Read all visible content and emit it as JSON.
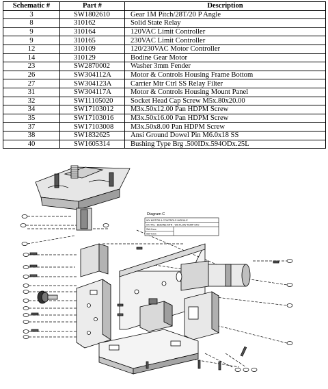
{
  "table": {
    "headers": [
      "Schematic #",
      "Part #",
      "Description"
    ],
    "rows": [
      [
        "3",
        "SW1802610",
        "Gear 1M Pitch/28T/20 P Angle"
      ],
      [
        "8",
        "310162",
        "Solid State Relay"
      ],
      [
        "9",
        "310164",
        "120VAC Limit Controller"
      ],
      [
        "9",
        "310165",
        "230VAC Limit Controller"
      ],
      [
        "12",
        "310109",
        "120/230VAC Motor Controller"
      ],
      [
        "14",
        "310129",
        "Bodine Gear Motor"
      ],
      [
        "23",
        "SW2870002",
        "Washer 3mm Fender"
      ],
      [
        "26",
        "SW304112A",
        "Motor & Controls Housing Frame Bottom"
      ],
      [
        "27",
        "SW304123A",
        "Carrier Mtr Ctrl SS Relay Filter"
      ],
      [
        "31",
        "SW304117A",
        "Motor & Controls Housing Mount Panel"
      ],
      [
        "32",
        "SW11105020",
        "Socket Head Cap Screw M5x.80x20.00"
      ],
      [
        "34",
        "SW17103012",
        "M3x.50x12.00 Pan HDPM Screw"
      ],
      [
        "35",
        "SW17103016",
        "M3x.50x16.00 Pan HDPM Screw"
      ],
      [
        "37",
        "SW17103008",
        "M3x.50x8.00 Pan HDPM Screw"
      ],
      [
        "38",
        "SW1832625",
        "Ansi Ground Dowel Pin M6.0x18 SS"
      ],
      [
        "40",
        "SW1605314",
        "Bushing Type Brg .500IDx.594ODx.25L"
      ]
    ]
  },
  "diagram": {
    "title": "Diagram C",
    "box_lines": [
      "WX MOTOR & CONTROLS MODULE",
      "XX-TRL - BODINE MTR - WA FLOW TEMP STD",
      "SW-Xxxx",
      "SW-Xxxx"
    ]
  }
}
